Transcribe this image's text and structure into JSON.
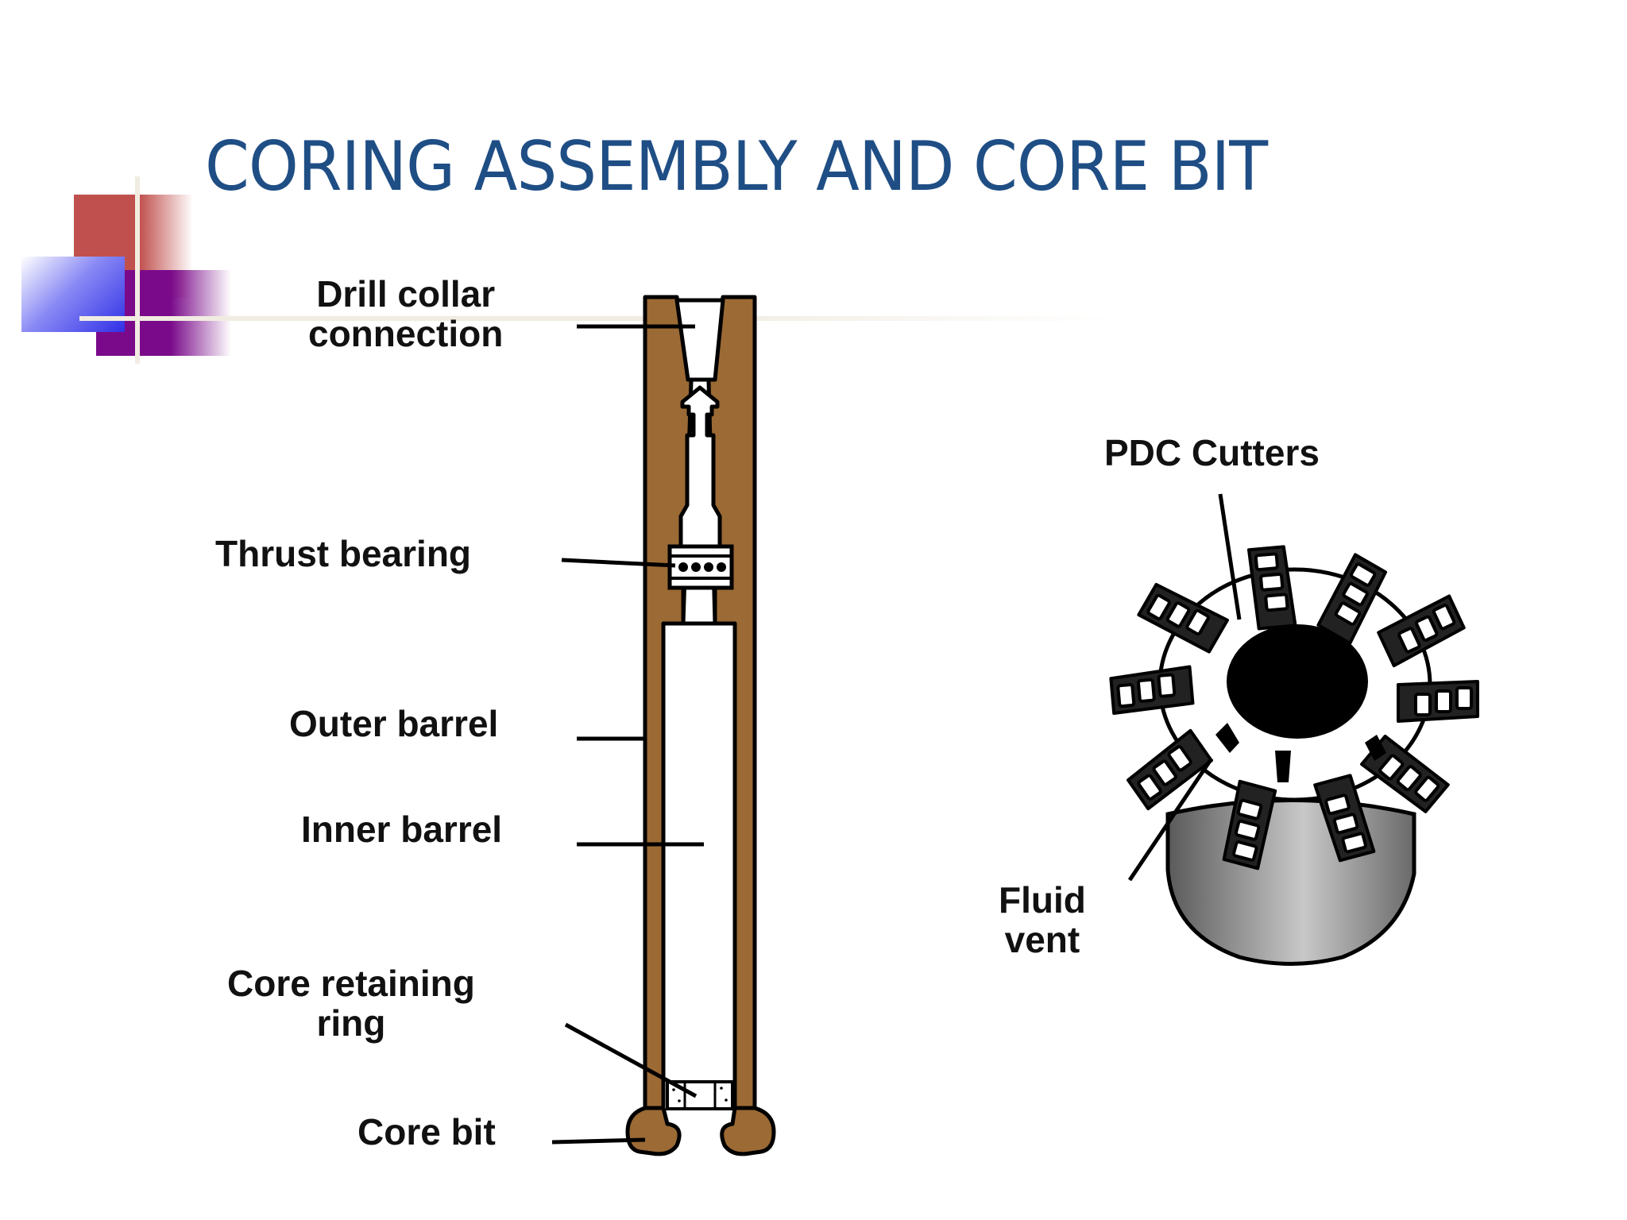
{
  "slide": {
    "title": "CORING ASSEMBLY AND CORE BIT"
  },
  "assembly_labels": {
    "drill_collar_line1": "Drill collar",
    "drill_collar_line2": "connection",
    "thrust_bearing": "Thrust bearing",
    "outer_barrel": "Outer barrel",
    "inner_barrel": "Inner barrel",
    "core_ring_line1": "Core retaining",
    "core_ring_line2": "ring",
    "core_bit": "Core bit"
  },
  "bit_labels": {
    "pdc_cutters": "PDC Cutters",
    "fluid_vent_line1": "Fluid",
    "fluid_vent_line2": "vent"
  },
  "colors": {
    "title": "#1f4e85",
    "barrel_brown": "#9b6a35",
    "deco_red": "#c0504d",
    "deco_purple": "#7a0a8a",
    "deco_blue": "#3030e6"
  }
}
